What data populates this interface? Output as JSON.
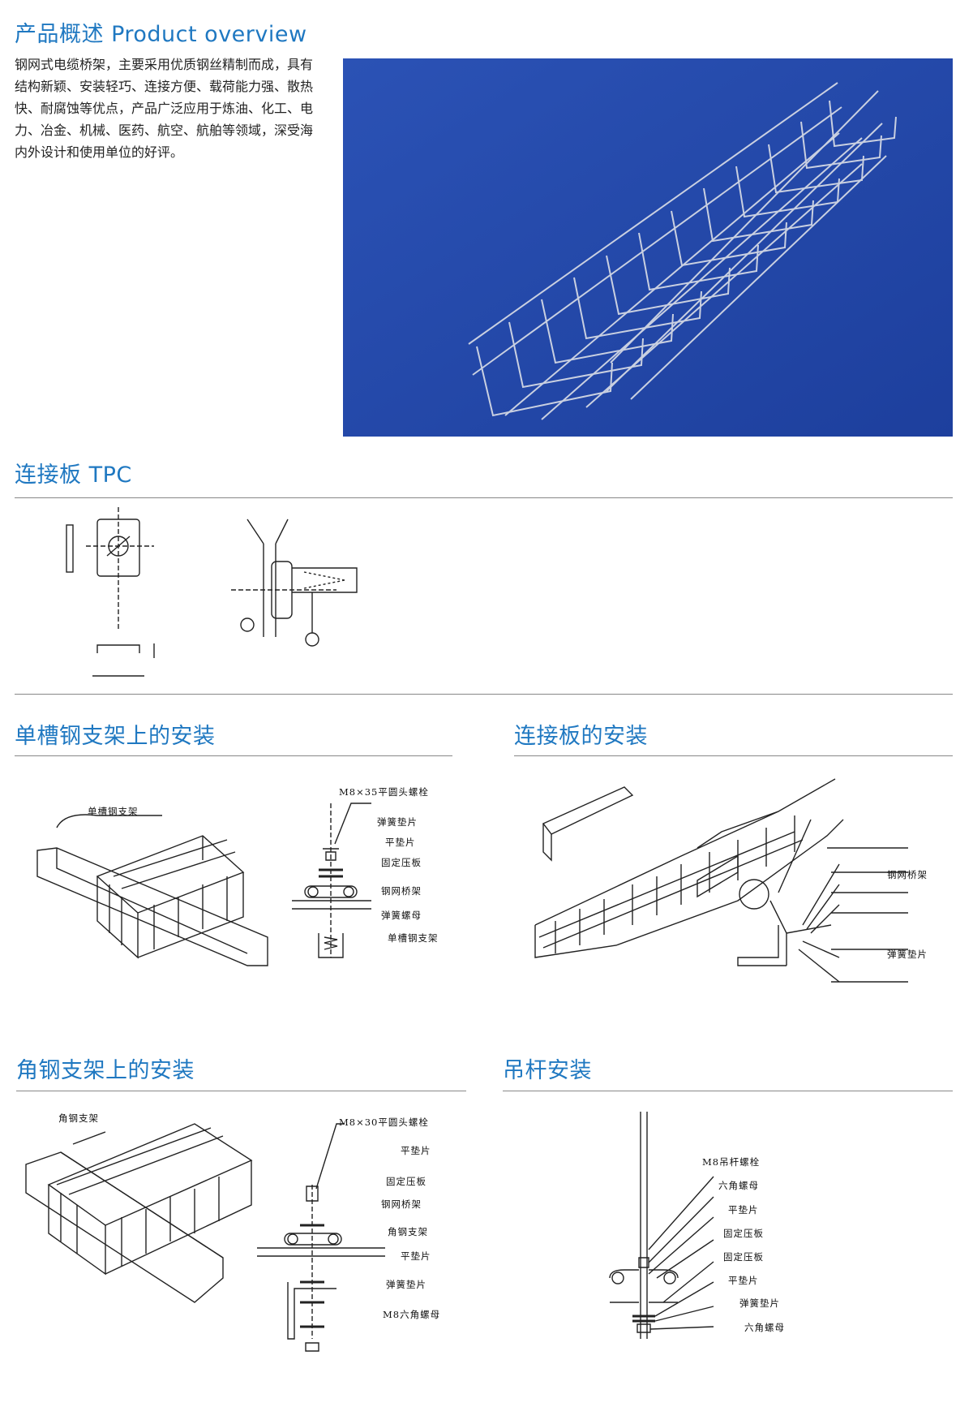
{
  "overview": {
    "title": "产品概述 Product overview",
    "text": "钢网式电缆桥架，主要采用优质钢丝精制而成，具有结构新颖、安装轻巧、连接方便、载荷能力强、散热快、耐腐蚀等优点，产品广泛应用于炼油、化工、电力、冶金、机械、医药、航空、航舶等领域，深受海内外设计和使用单位的好评。"
  },
  "tpc": {
    "title": "连接板 TPC"
  },
  "channel_install": {
    "title": "单槽钢支架上的安装",
    "label_bracket": "单槽钢支架",
    "label_bolt": "M8×35平圆头螺栓",
    "label_spring_washer": "弹簧垫片",
    "label_flat_washer": "平垫片",
    "label_clamp": "固定压板",
    "label_tray": "钢网桥架",
    "label_nut": "弹簧螺母",
    "label_bracket2": "单槽钢支架"
  },
  "plate_install": {
    "title": "连接板的安装",
    "label_tray": "钢网桥架",
    "label_spring_washer": "弹簧垫片"
  },
  "angle_install": {
    "title": "角钢支架上的安装",
    "label_bracket": "角钢支架",
    "label_bolt": "M8×30平圆头螺栓",
    "label_flat_washer": "平垫片",
    "label_clamp": "固定压板",
    "label_tray": "钢网桥架",
    "label_bracket2": "角钢支架",
    "label_flat_washer2": "平垫片",
    "label_spring_washer": "弹簧垫片",
    "label_nut": "M8六角螺母"
  },
  "rod_install": {
    "title": "吊杆安装",
    "label_bolt": "M8吊杆螺栓",
    "label_hex_nut": "六角螺母",
    "label_flat_washer": "平垫片",
    "label_clamp": "固定压板",
    "label_clamp2": "固定压板",
    "label_flat_washer2": "平垫片",
    "label_spring_washer": "弹簧垫片",
    "label_hex_nut2": "六角螺母"
  }
}
